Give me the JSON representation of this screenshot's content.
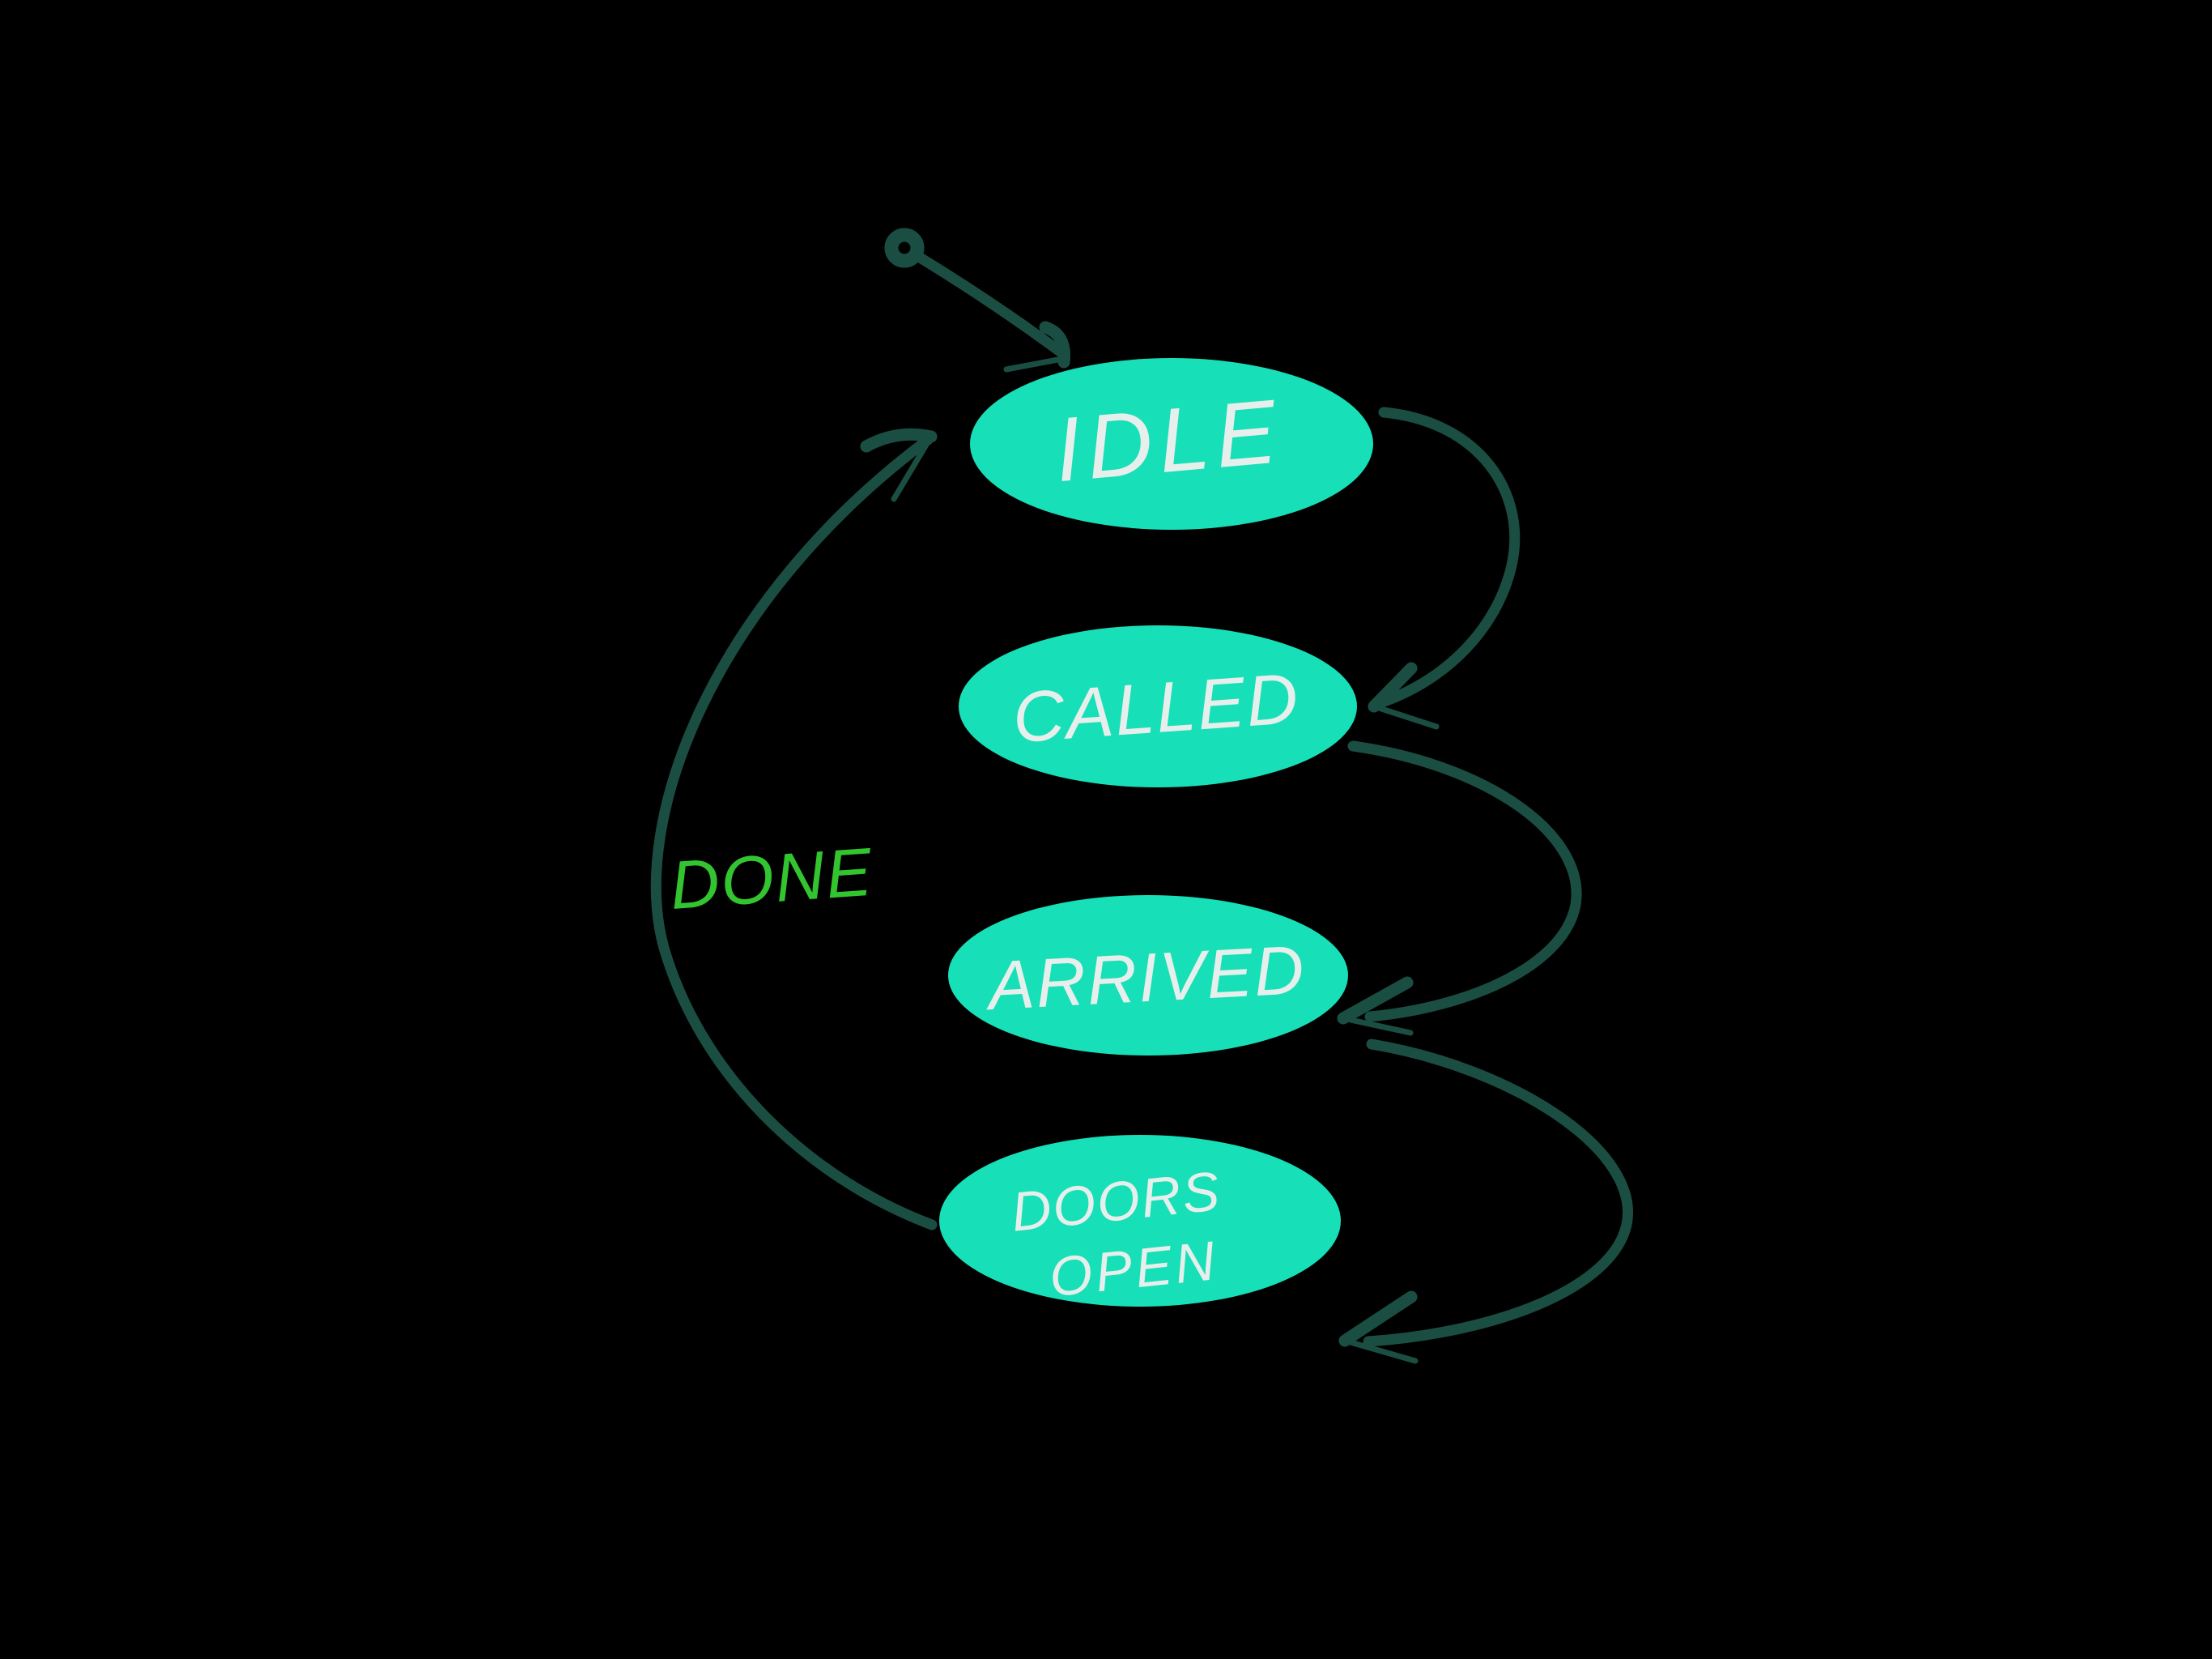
{
  "diagram": {
    "type": "state-machine",
    "states": [
      {
        "label": "IDLE"
      },
      {
        "label": "CALLED"
      },
      {
        "label": "ARRIVED"
      },
      {
        "label": "DOORS OPEN",
        "line1": "DOORS",
        "line2": "OPEN"
      }
    ],
    "transitions": [
      {
        "from": "initial",
        "to": "IDLE",
        "label": ""
      },
      {
        "from": "IDLE",
        "to": "CALLED",
        "label": ""
      },
      {
        "from": "CALLED",
        "to": "ARRIVED",
        "label": ""
      },
      {
        "from": "ARRIVED",
        "to": "DOORS OPEN",
        "label": ""
      },
      {
        "from": "DOORS OPEN",
        "to": "IDLE",
        "label": "DONE"
      }
    ]
  },
  "colors": {
    "background": "#000000",
    "ellipse_fill": "#17dfb8",
    "label_color": "#e6efeb",
    "arrow_color": "#1b4e43",
    "done_color": "#32c52f"
  }
}
